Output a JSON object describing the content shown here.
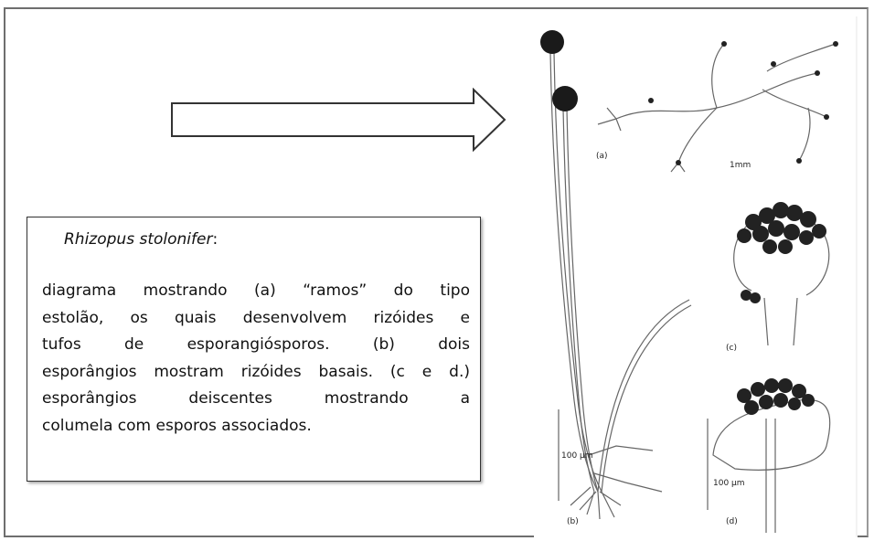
{
  "caption": {
    "title_species": "Rhizopus stolonifer",
    "title_colon": ":",
    "lines": [
      "diagrama mostrando  (a) “ramos” do tipo",
      "estolão, os quais desenvolvem rizóides e",
      "tufos de esporangiósporos. (b) dois",
      "esporângios mostram rizóides basais. (c e d.)",
      "esporângios deiscentes mostrando a",
      "columela com esporos associados."
    ]
  },
  "figure": {
    "label_a": "(a)",
    "label_b": "(b)",
    "label_c": "(c)",
    "label_d": "(d)",
    "scale_a": "1mm",
    "scale_b": "100 μm",
    "scale_d": "100 μm"
  }
}
